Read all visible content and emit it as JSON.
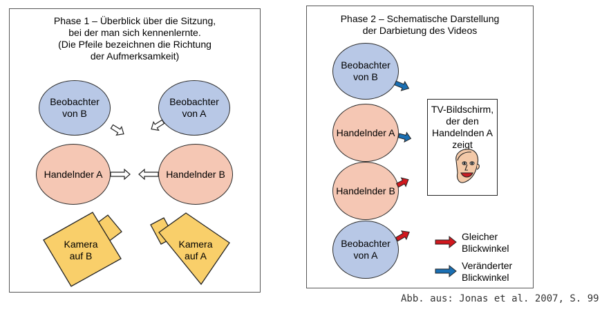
{
  "phase1": {
    "title": "Phase 1 – Überblick über die Sitzung,\nbei der man sich kennenlernte.\n(Die Pfeile bezeichnen die Richtung\nder Aufmerksamkeit)",
    "observer_b": "Beobachter\nvon B",
    "observer_a": "Beobachter\nvon A",
    "actor_a": "Handelnder A",
    "actor_b": "Handelnder B",
    "camera_b": "Kamera\nauf B",
    "camera_a": "Kamera\nauf A"
  },
  "phase2": {
    "title": "Phase 2 – Schematische Darstellung\nder Darbietung des Videos",
    "observer_b": "Beobachter\nvon B",
    "actor_a": "Handelnder A",
    "actor_b": "Handelnder B",
    "observer_a": "Beobachter\nvon A",
    "tv_label": "TV-Bildschirm,\nder den\nHandelnden A\nzeigt",
    "legend_same": "Gleicher\nBlickwinkel",
    "legend_changed": "Veränderter\nBlickwinkel"
  },
  "colors": {
    "observer": "#b8c8e6",
    "actor": "#f5c7b4",
    "camera": "#f9cf6a",
    "same_angle_arrow": "#d0181e",
    "changed_angle_arrow": "#1a6fb3"
  },
  "caption": "Abb. aus: Jonas et al. 2007, S. 99"
}
